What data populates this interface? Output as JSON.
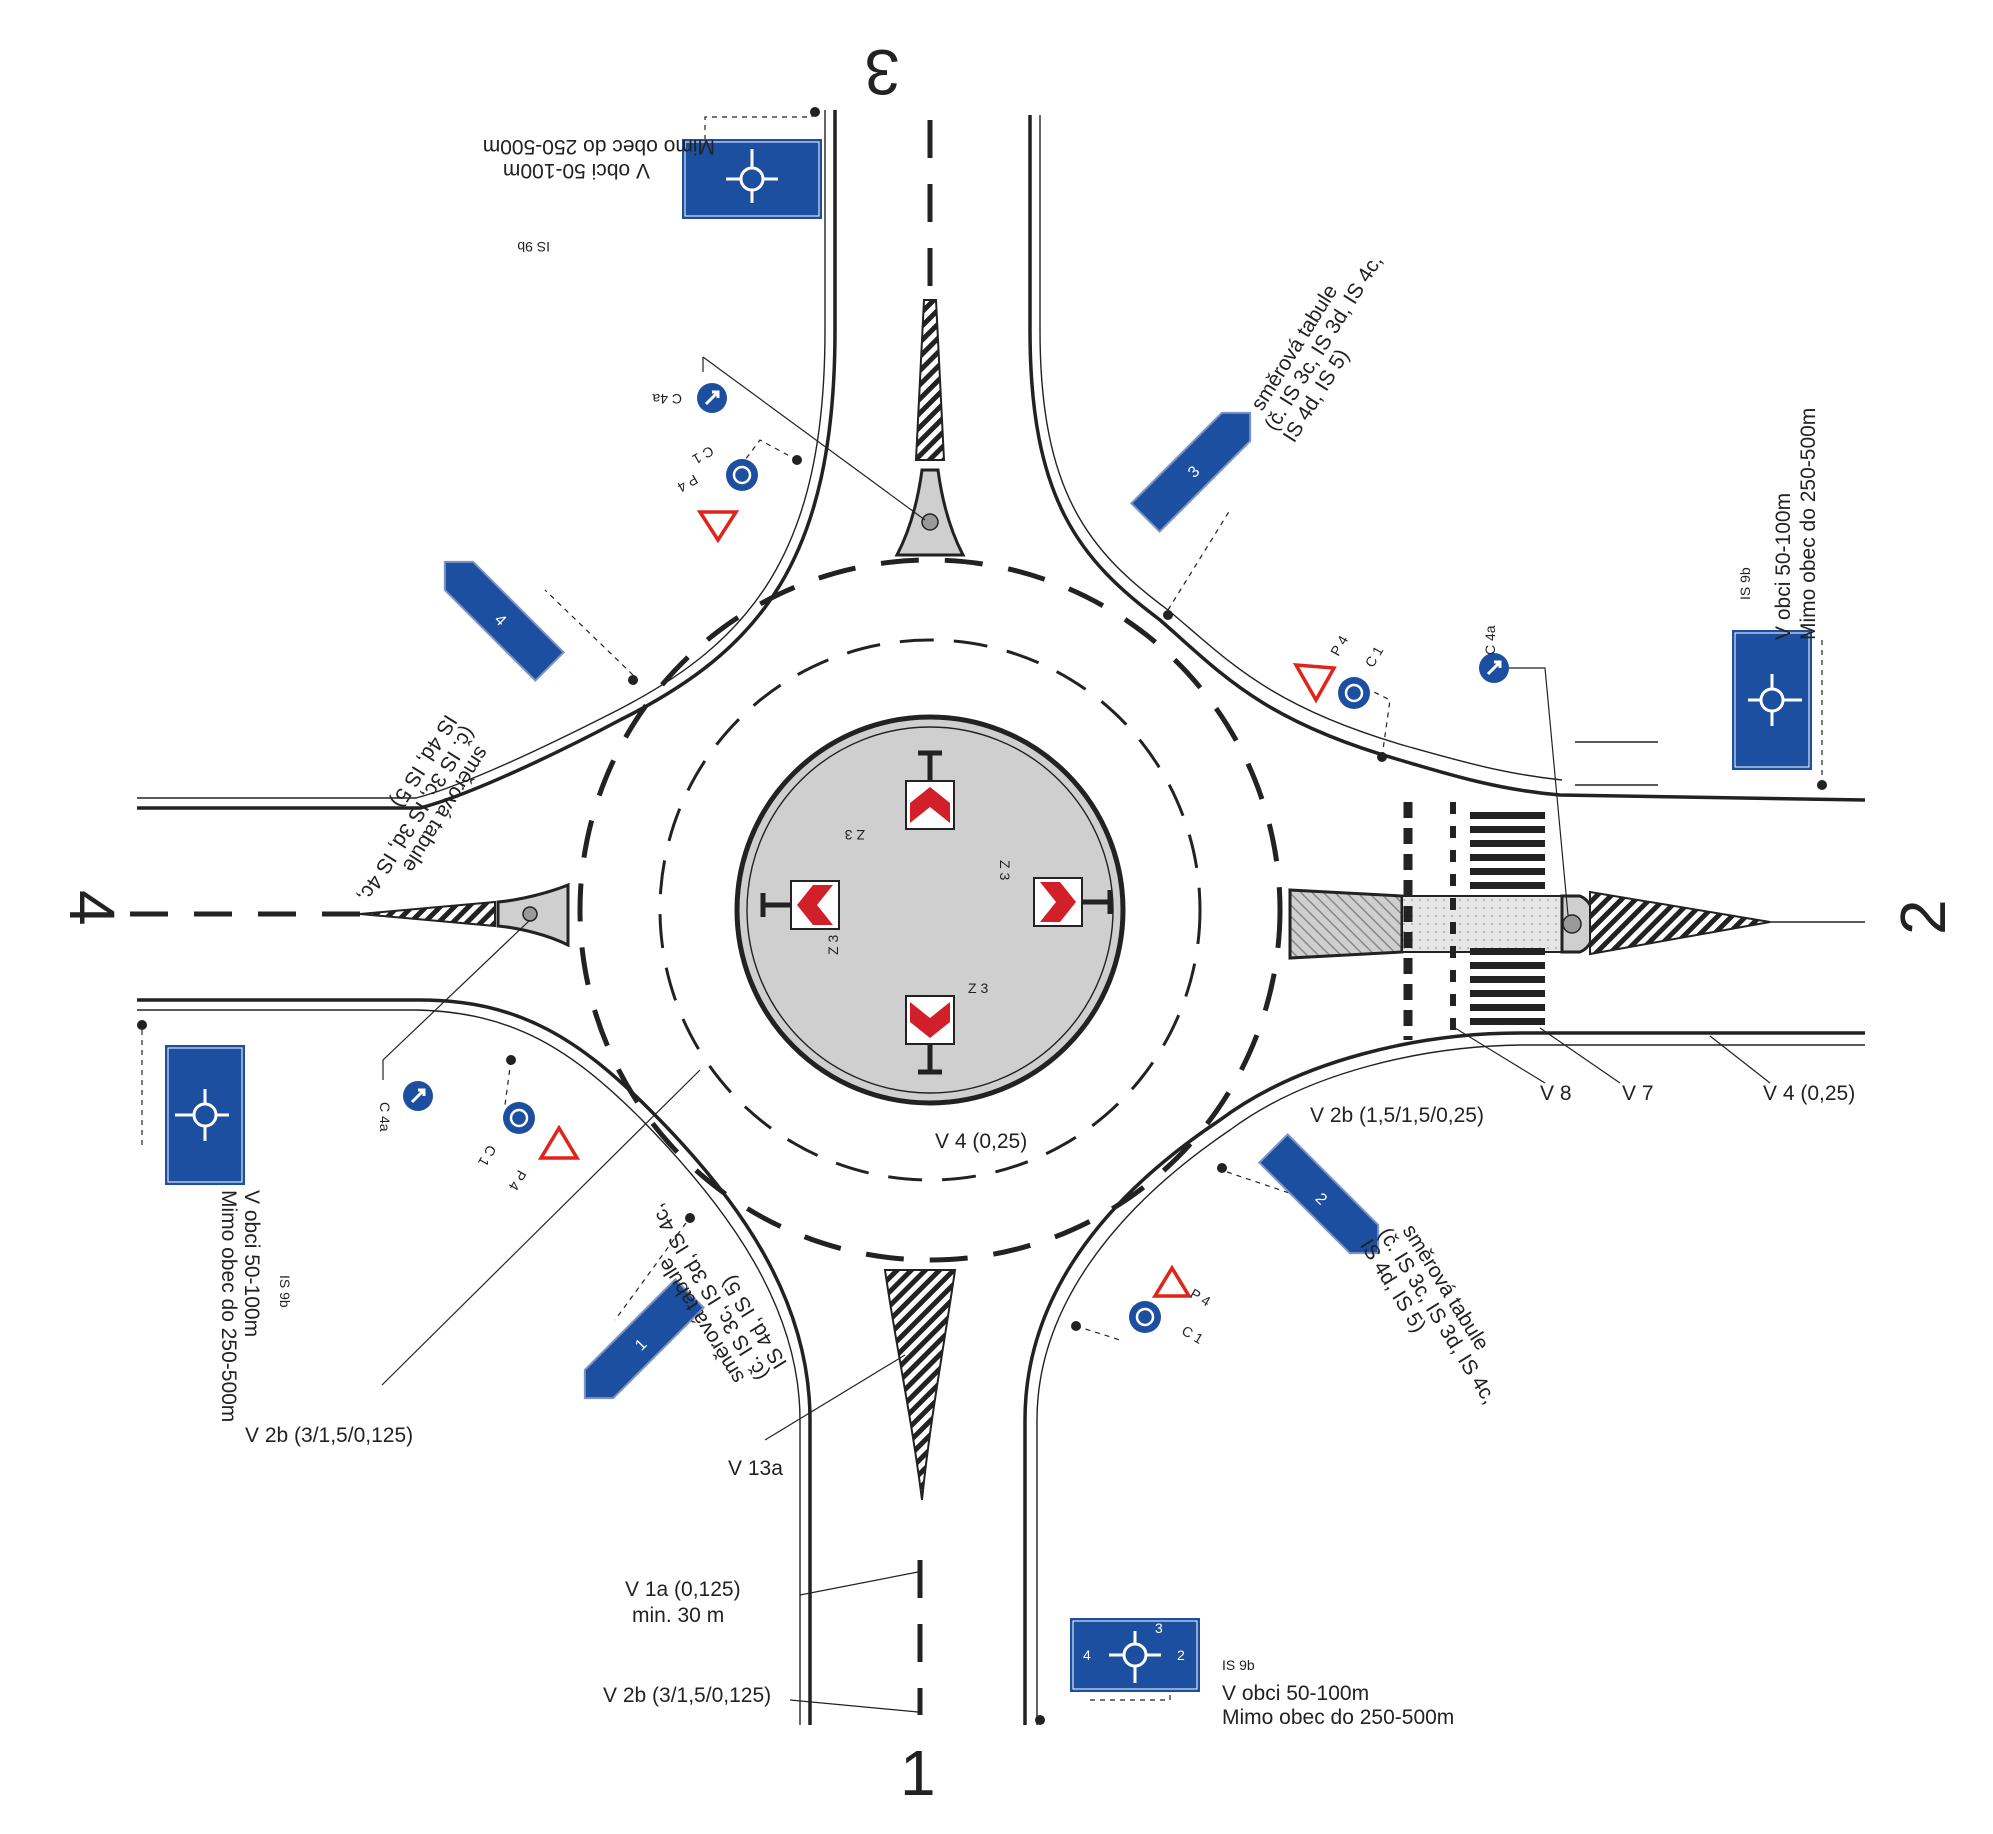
{
  "arms": {
    "south": "1",
    "east": "2",
    "north": "3",
    "west": "4"
  },
  "markings": {
    "v2b_a": "V 2b  (3/1,5/0,125)",
    "v13a": "V 13a",
    "v1a": "V 1a (0,125)",
    "min": "min. 30 m",
    "v2b_b": "V 2b  (3/1,5/0,125)",
    "v4_ring": "V 4 (0,25)",
    "v2b_c": "V 2b (1,5/1,5/0,25)",
    "v8": "V 8",
    "v7": "V 7",
    "v4_east": "V 4 (0,25)"
  },
  "island_signs": {
    "z3": "Z 3"
  },
  "signs": {
    "c4a": "C 4a",
    "c1": "C 1",
    "p4": "P 4",
    "is9b": "IS 9b",
    "in_town": "V obci 50-100m",
    "out_town": "Mimo obec do 250-500m",
    "dir_line1": "směrová tabule",
    "dir_line2": "(č. IS 3c, IS 3d, IS 4c,",
    "dir_line3": "IS 4d, IS 5)",
    "board_1": "1",
    "board_2": "2",
    "board_3": "3",
    "board_4": "4"
  },
  "colors": {
    "sign_blue": "#1d4fa0",
    "warning_red": "#e2231a",
    "island_grey": "#cfcfcf",
    "chevron_red": "#d2202a"
  }
}
